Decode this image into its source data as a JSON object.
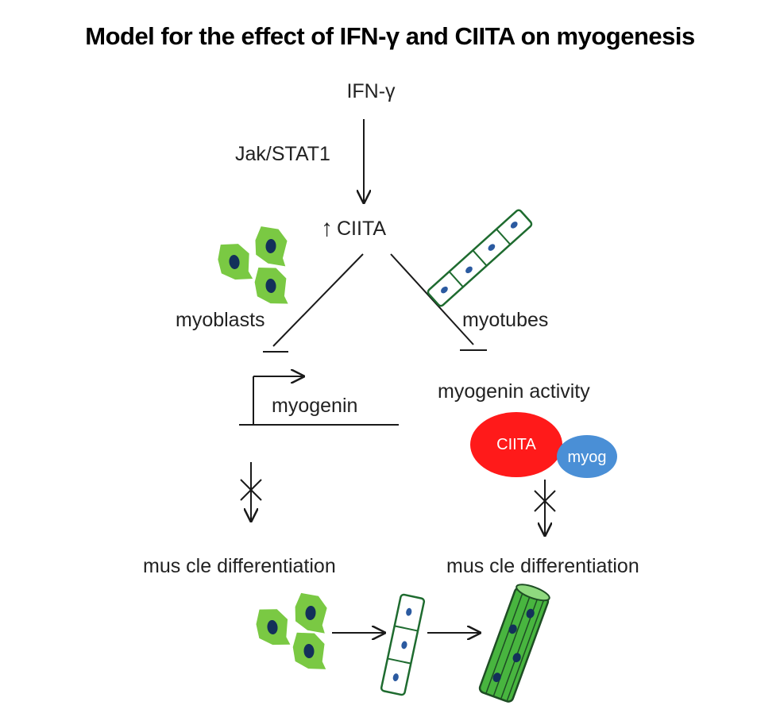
{
  "title": "Model for the effect of IFN-γ and CIITA on myogenesis",
  "labels": {
    "ifng": "IFN-γ",
    "jak_stat": "Jak/STAT1",
    "up_arrow": "↑",
    "ciita": "CIITA",
    "myoblasts": "myoblasts",
    "myotubes": "myotubes",
    "myogenin_gene": "myogenin",
    "myogenin_activity": "myogenin activity",
    "complex_ciita": "CIITA",
    "complex_myog": "myog",
    "differentiation_left": "mus cle differentiation",
    "differentiation_right": "mus cle differentiation"
  },
  "colors": {
    "cell_green": "#7ac943",
    "nucleus": "#13305a",
    "tube_stroke": "#1e6b2f",
    "ciita_red": "#ff1a1a",
    "myog_blue": "#4a8fd6",
    "fiber_green": "#48b53f"
  }
}
